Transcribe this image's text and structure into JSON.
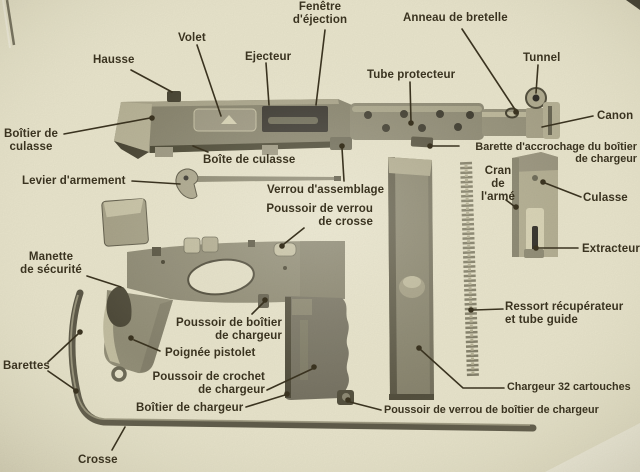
{
  "colors": {
    "background": "#eae6cd",
    "ink": "#3a3320",
    "metal_light": "#c8c3a6",
    "metal_mid": "#8e8a74",
    "metal_dark": "#55513f"
  },
  "figure": {
    "kind": "labeled parts diagram photograph",
    "language": "French"
  },
  "labels": {
    "fenetre_ejection": "Fenêtre\nd'éjection",
    "anneau_bretelle": "Anneau de bretelle",
    "volet": "Volet",
    "ejecteur": "Ejecteur",
    "hausse": "Hausse",
    "tube_protecteur": "Tube protecteur",
    "tunnel": "Tunnel",
    "canon": "Canon",
    "boitier_culasse": "Boîtier de\nculasse",
    "boite_culasse": "Boîte de culasse",
    "barette_accrochage": "Barette d'accrochage du boîtier\nde chargeur",
    "levier_armement": "Levier d'armement",
    "verrou_assemblage": "Verrou d'assemblage",
    "cran_arme": "Cran\nde\nl'armé",
    "culasse": "Culasse",
    "poussoir_verrou_crosse": "Poussoir de verrou\nde crosse",
    "extracteur": "Extracteur",
    "manette_securite": "Manette\nde sécurité",
    "ressort_recuperateur": "Ressort récupérateur\net tube guide",
    "poussoir_boitier_chargeur": "Poussoir de boîtier\nde chargeur",
    "poignee_pistolet": "Poignée pistolet",
    "barettes": "Barettes",
    "poussoir_crochet_chargeur": "Poussoir de crochet\nde chargeur",
    "chargeur_32": "Chargeur 32 cartouches",
    "boitier_chargeur": "Boîtier de chargeur",
    "poussoir_verrou_boitier_chargeur": "Poussoir de verrou de boîtier de chargeur",
    "crosse": "Crosse"
  }
}
